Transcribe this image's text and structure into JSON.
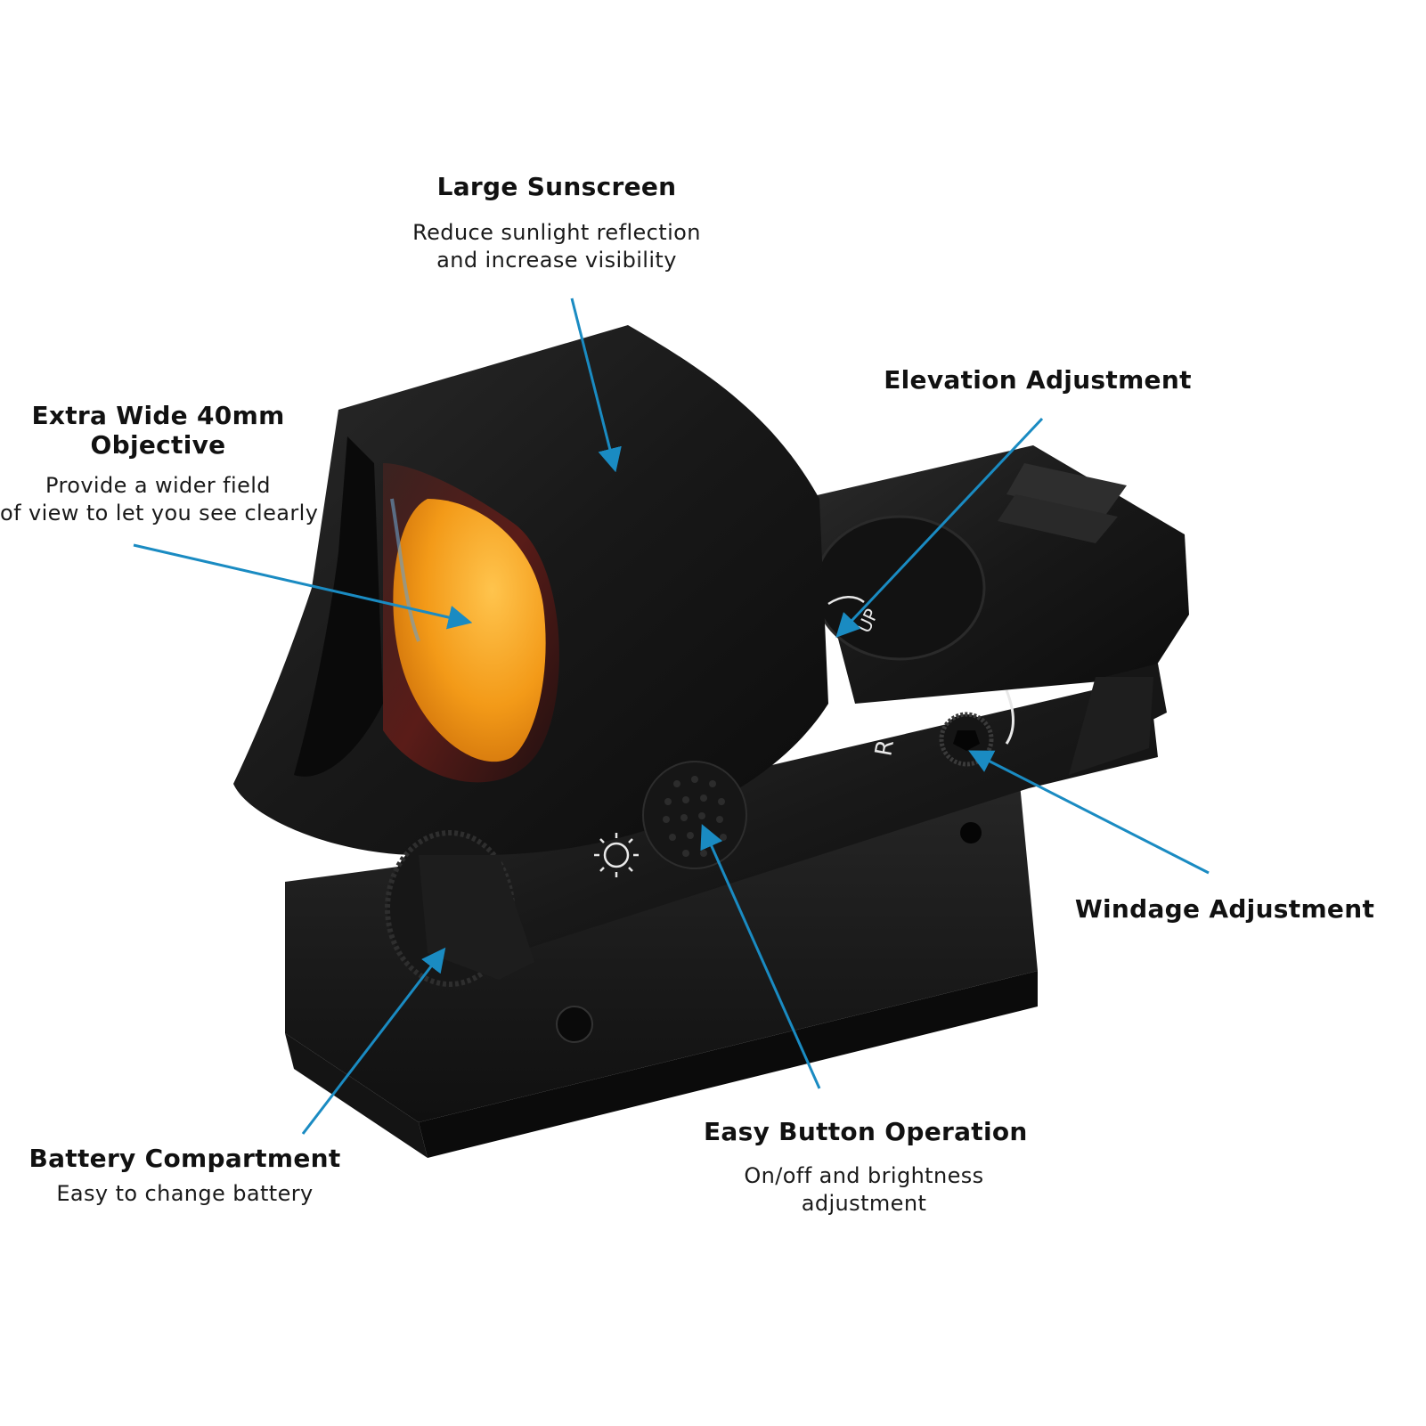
{
  "colors": {
    "pointer": "#1a8bc2",
    "body": "#1c1c1c",
    "lens": "#f5a020",
    "text": "#111111"
  },
  "callouts": {
    "sunscreen": {
      "title": "Large Sunscreen",
      "desc_line1": "Reduce sunlight reflection",
      "desc_line2": "and increase visibility"
    },
    "objective": {
      "title_line1": "Extra Wide 40mm",
      "title_line2": "Objective",
      "desc_line1": "Provide a wider field",
      "desc_line2": "of view to let you see clearly"
    },
    "elevation": {
      "title": "Elevation Adjustment"
    },
    "windage": {
      "title": "Windage Adjustment"
    },
    "button": {
      "title": "Easy Button Operation",
      "desc_line1": "On/off and brightness",
      "desc_line2": "adjustment"
    },
    "battery": {
      "title": "Battery Compartment",
      "desc_line1": "Easy to change battery"
    }
  },
  "device_marks": {
    "up_mark": "UP",
    "r_mark": "R"
  }
}
